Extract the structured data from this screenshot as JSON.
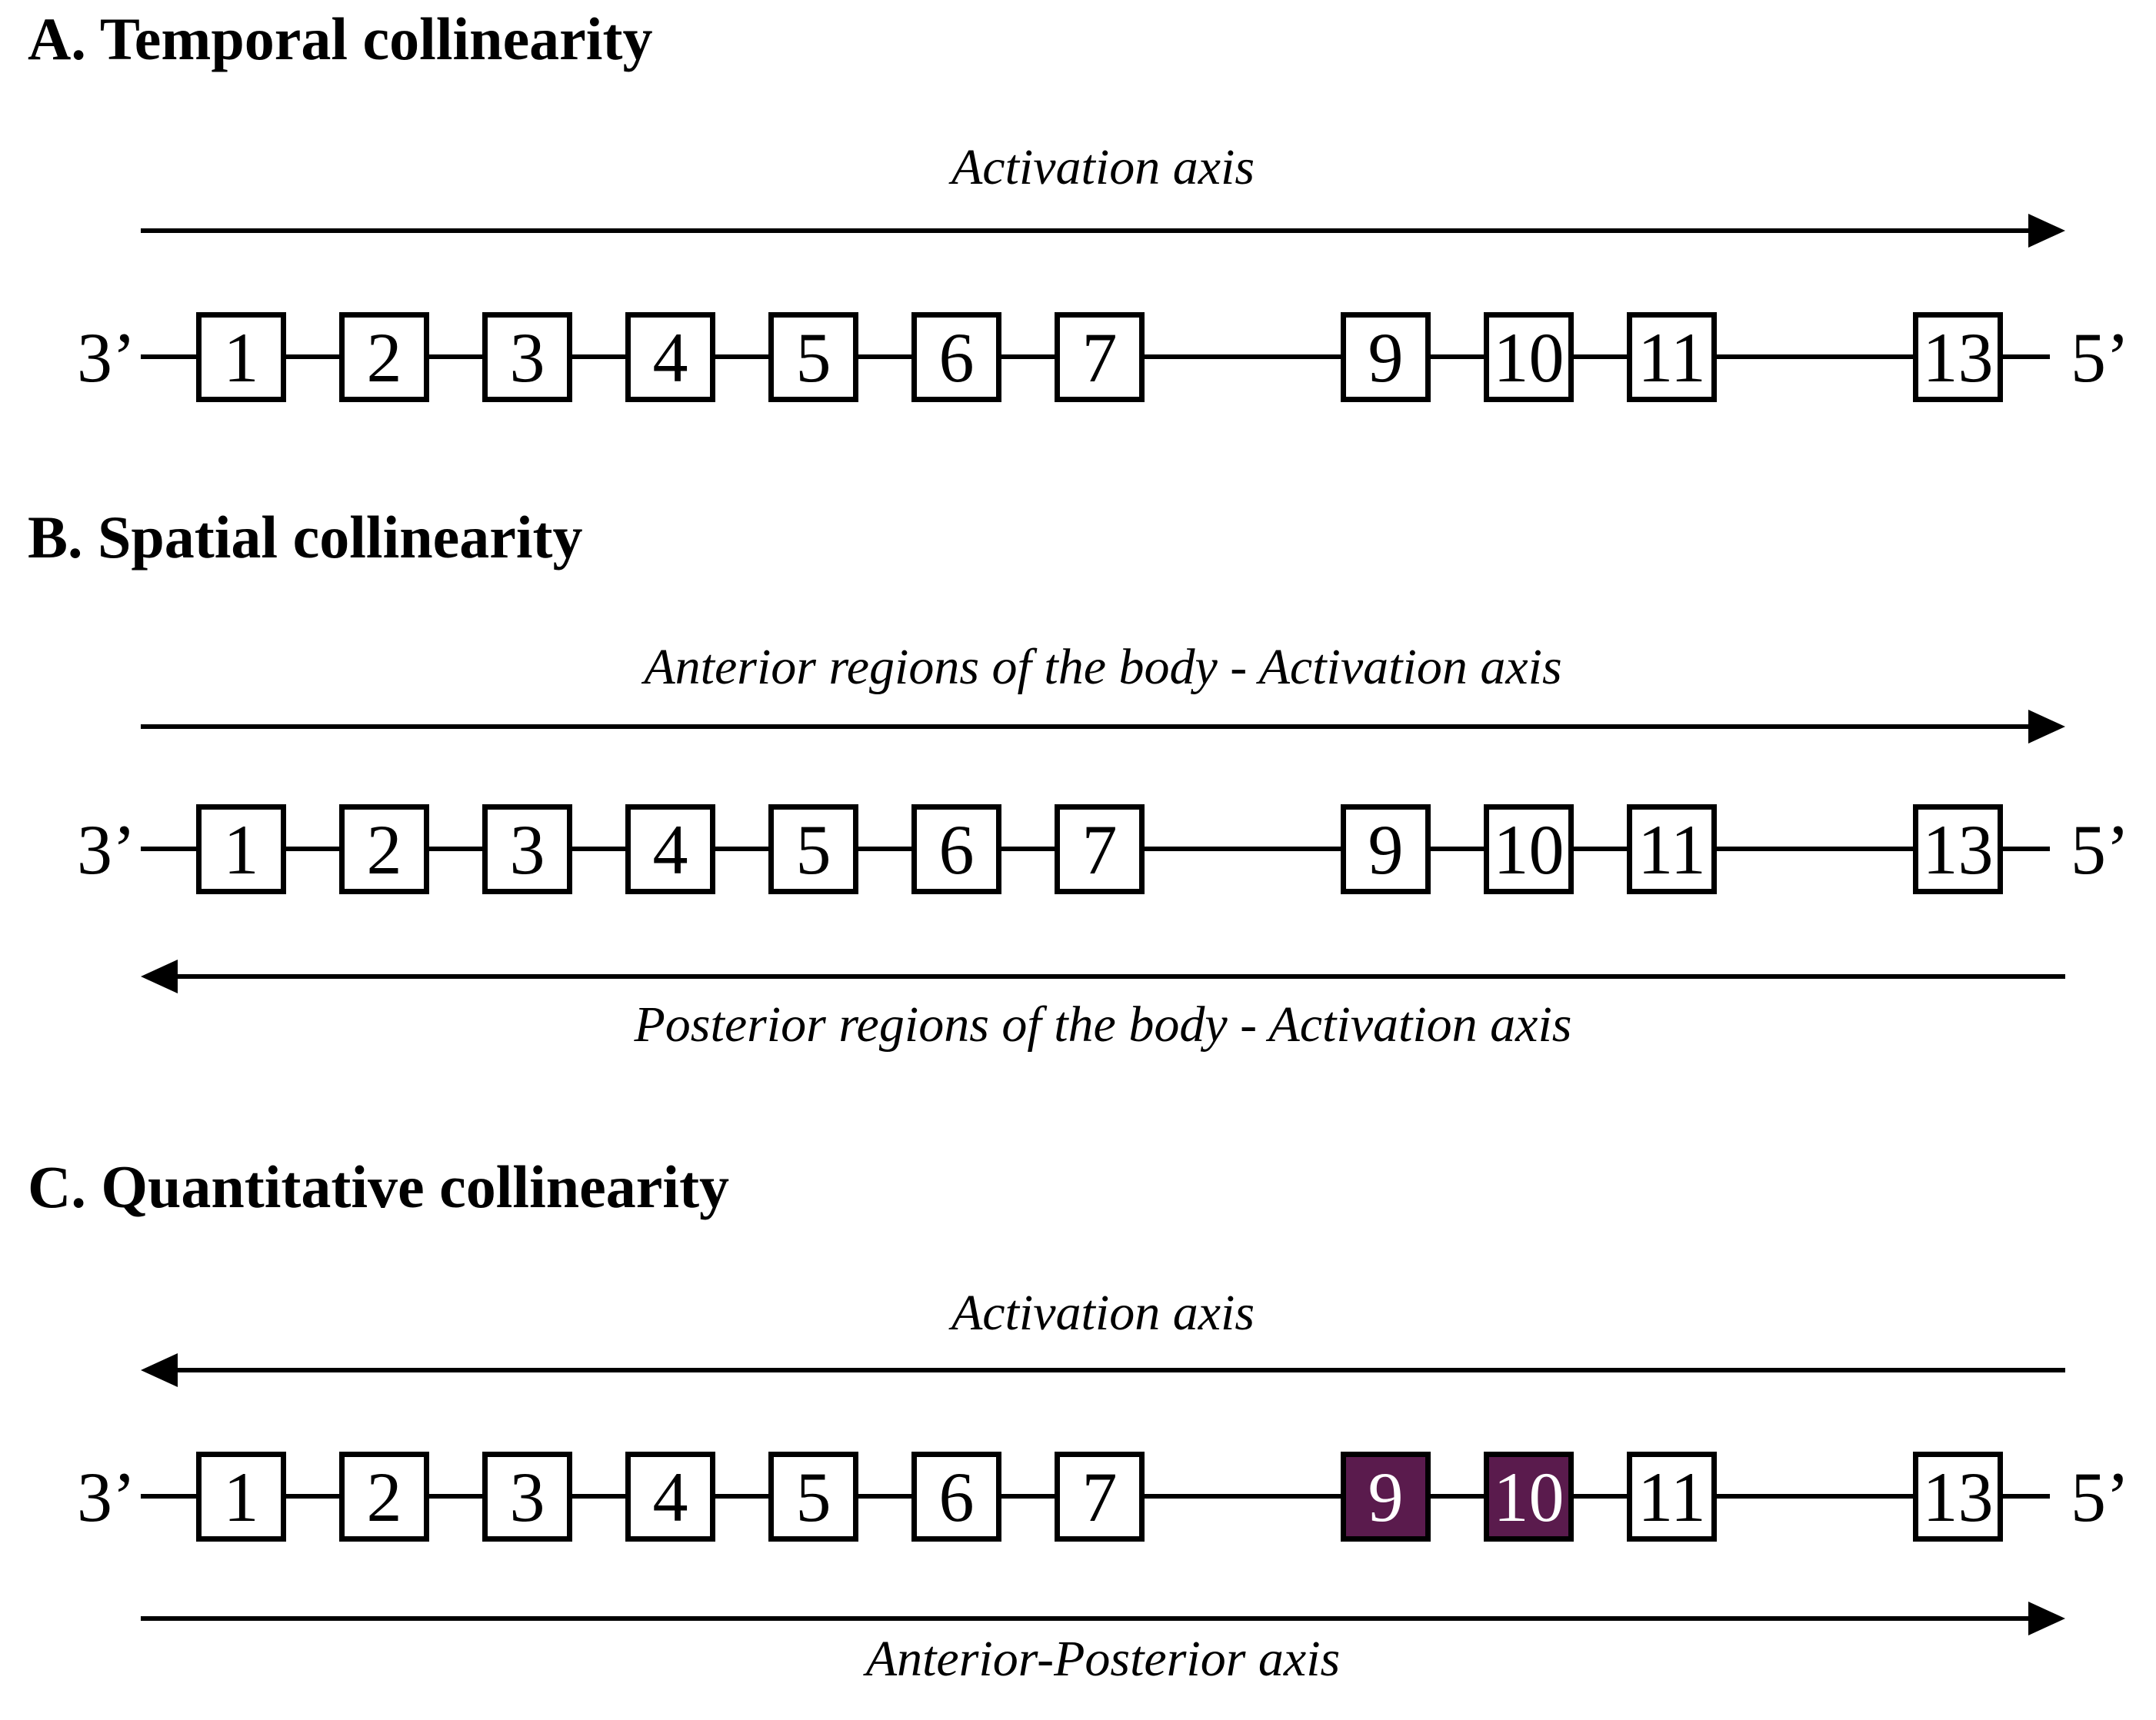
{
  "figure": {
    "description": "Hox gene cluster collinearity diagram with three panels"
  },
  "colors": {
    "highlight": "#5A1B4D",
    "line": "#000000",
    "background": "#FFFFFF"
  },
  "cluster": {
    "three_prime": "3’",
    "five_prime": "5’"
  },
  "gene_labels": [
    "1",
    "2",
    "3",
    "4",
    "5",
    "6",
    "7",
    "9",
    "10",
    "11",
    "13"
  ],
  "panels": [
    {
      "id": "A",
      "title": "A. Temporal collinearity",
      "arrows": [
        {
          "label": "Activation axis",
          "direction": "right",
          "position": "above-cluster"
        }
      ]
    },
    {
      "id": "B",
      "title": "B. Spatial collinearity",
      "arrows": [
        {
          "label": "Anterior regions of the body - Activation axis",
          "direction": "right",
          "position": "above-cluster"
        },
        {
          "label": "Posterior regions of the body - Activation axis",
          "direction": "left",
          "position": "below-cluster"
        }
      ]
    },
    {
      "id": "C",
      "title": "C. Quantitative collinearity",
      "arrows": [
        {
          "label": "Activation axis",
          "direction": "left",
          "position": "above-cluster"
        },
        {
          "label": "Anterior-Posterior axis",
          "direction": "right",
          "position": "below-cluster"
        }
      ],
      "highlighted_genes": [
        "9",
        "10"
      ]
    }
  ]
}
